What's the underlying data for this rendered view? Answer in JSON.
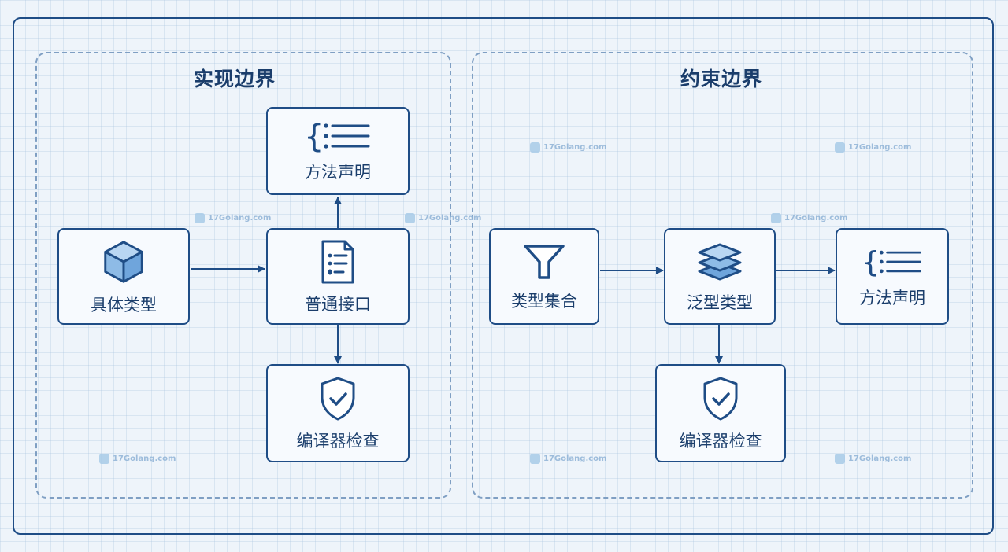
{
  "panels": {
    "left": {
      "title": "实现边界"
    },
    "right": {
      "title": "约束边界"
    }
  },
  "nodes": {
    "left_concrete_type": {
      "label": "具体类型",
      "icon": "cube-icon"
    },
    "left_plain_interface": {
      "label": "普通接口",
      "icon": "document-list-icon"
    },
    "left_method_decl": {
      "label": "方法声明",
      "icon": "brace-list-icon"
    },
    "left_compiler_check": {
      "label": "编译器检查",
      "icon": "shield-check-icon"
    },
    "right_type_set": {
      "label": "类型集合",
      "icon": "funnel-icon"
    },
    "right_generic_type": {
      "label": "泛型类型",
      "icon": "layers-icon"
    },
    "right_method_decl": {
      "label": "方法声明",
      "icon": "brace-list-icon"
    },
    "right_compiler_check": {
      "label": "编译器检查",
      "icon": "shield-check-icon"
    }
  },
  "watermark": {
    "text": "17Golang.com"
  },
  "colors": {
    "primary": "#1f4d86",
    "text": "#1a3d6b",
    "dashed": "#7f9fc3",
    "node_bg": "#f7fafe"
  }
}
